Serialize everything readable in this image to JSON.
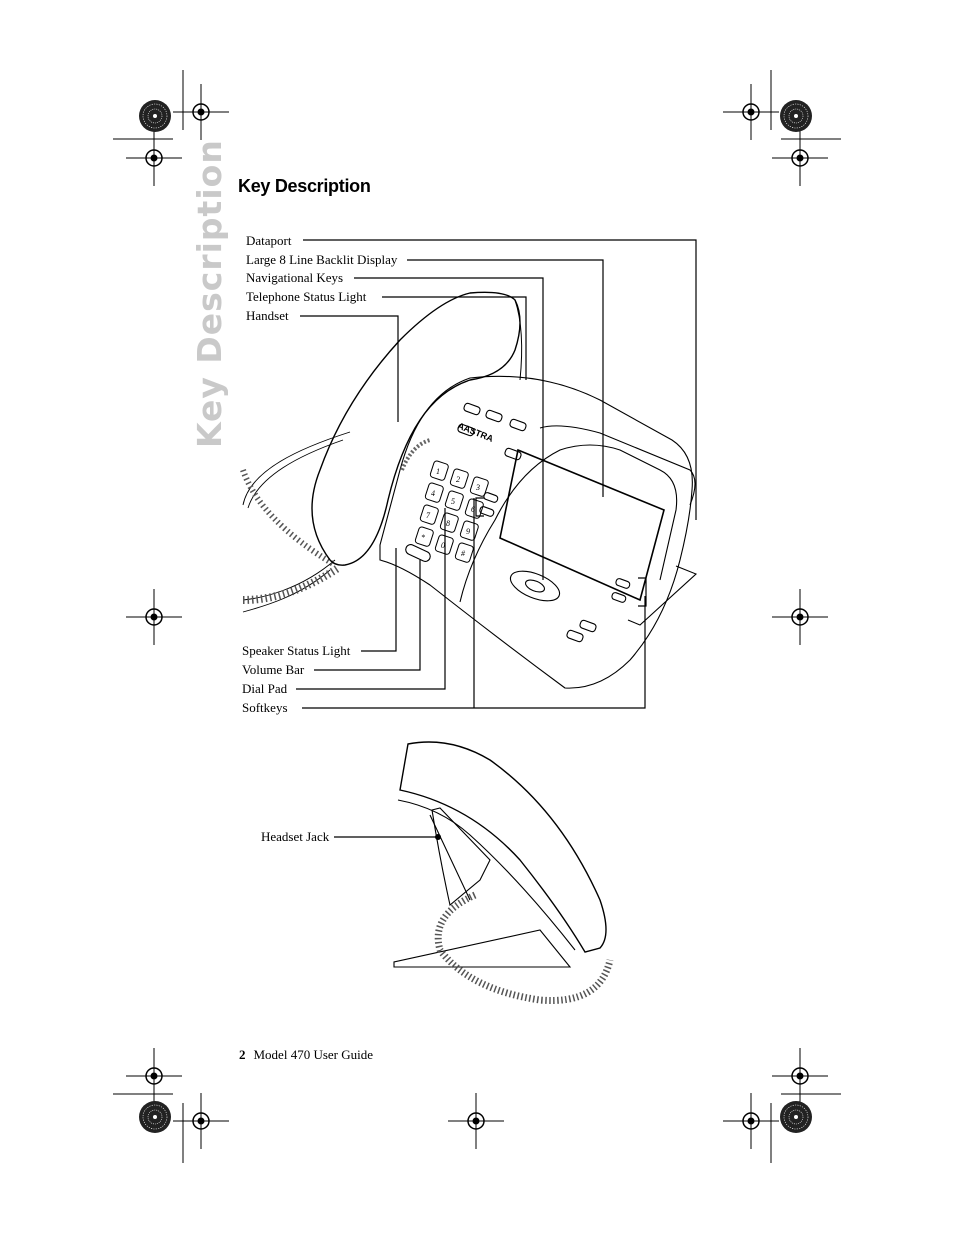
{
  "side_title": "Key Description",
  "heading": "Key Description",
  "labels": {
    "dataport": "Dataport",
    "display": "Large 8 Line Backlit Display",
    "nav_keys": "Navigational Keys",
    "status_light": "Telephone Status Light",
    "handset": "Handset",
    "speaker_light": "Speaker Status Light",
    "volume_bar": "Volume Bar",
    "dial_pad": "Dial Pad",
    "softkeys": "Softkeys",
    "headset_jack": "Headset Jack"
  },
  "phone_brand": "AASTRA",
  "dial_keys": [
    "1",
    "2",
    "3",
    "4",
    "5",
    "6",
    "7",
    "8",
    "9",
    "*",
    "0",
    "#"
  ],
  "footer": {
    "page_number": "2",
    "guide_title": "Model 470 User Guide"
  }
}
